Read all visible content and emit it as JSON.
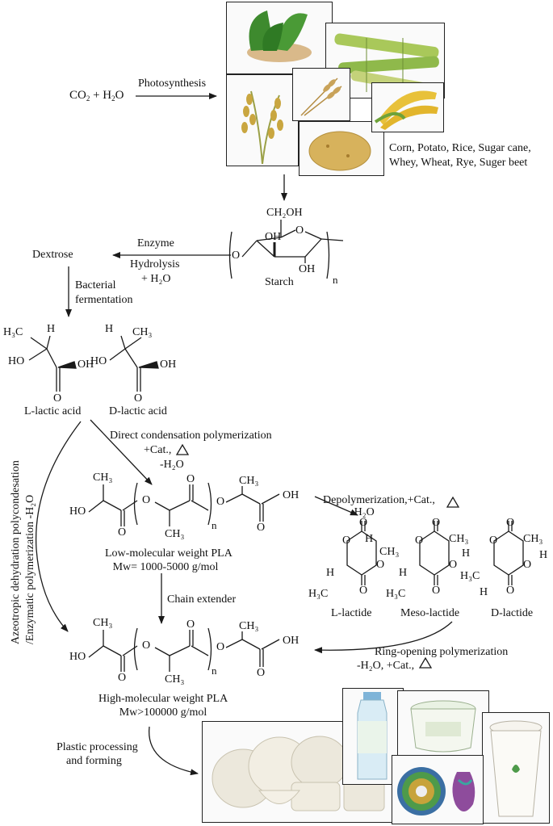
{
  "photosynthesis": {
    "reactant_co": "CO",
    "reactant_sub": "2",
    "reactant_plus": " + H",
    "reactant_h_sub": "2",
    "reactant_o": "O",
    "process_label": "Photosynthesis"
  },
  "crops": {
    "line1": "Corn, Potato, Rice, Sugar cane,",
    "line2": "Whey, Wheat, Rye, Suger beet"
  },
  "starch": {
    "label": "Starch",
    "ch2oh": "CH₂OH",
    "oh_left": "OH",
    "oh_right": "OH",
    "ring_o": "O",
    "link_o": "O",
    "n": "n"
  },
  "hydrolysis": {
    "enzyme": "Enzyme",
    "hydrolysis": "Hydrolysis",
    "water": "+ H₂O"
  },
  "dextrose": {
    "label": "Dextrose"
  },
  "fermentation": {
    "line1": "Bacterial",
    "line2": "fermentation"
  },
  "lactic_acids": {
    "l_label": "L-lactic acid",
    "d_label": "D-lactic acid",
    "h3c": "H₃C",
    "h": "H",
    "ho": "HO",
    "oh": "OH",
    "o": "O",
    "ch3": "CH₃"
  },
  "direct_condensation": {
    "line1": "Direct condensation polymerization",
    "line2": "+Cat.,",
    "line3": "-H₂O"
  },
  "azeotropic": {
    "line1": "Azeotropic dehydration polycondesation",
    "line2": "/Enzymatic polymerization  -H₂O"
  },
  "low_pla": {
    "label": "Low-molecular weight PLA",
    "mw": "Mw= 1000-5000 g/mol",
    "ho": "HO",
    "oh": "OH",
    "o": "O",
    "ch3": "CH₃",
    "n": "n"
  },
  "depolymerization": {
    "line1": "Depolymerization,+Cat.,",
    "line2": "-H₂O"
  },
  "lactides": {
    "l": "L-lactide",
    "meso": "Meso-lactide",
    "d": "D-lactide",
    "h": "H",
    "ch3": "CH₃",
    "h3c": "H₃C",
    "o": "O"
  },
  "chain_extender": {
    "label": "Chain extender"
  },
  "ring_opening": {
    "line1": "Ring-opening polymerization",
    "line2": "-H₂O, +Cat.,"
  },
  "high_pla": {
    "label": "High-molecular weight PLA",
    "mw": "Mw>100000 g/mol",
    "ho": "HO",
    "oh": "OH",
    "o": "O",
    "ch3": "CH₃",
    "n": "n"
  },
  "processing": {
    "line1": "Plastic processing",
    "line2": "and forming"
  },
  "colors": {
    "line": "#1a1a1a",
    "leaf": "#3e8a2e",
    "cane": "#8fb94b",
    "grain": "#c9a640",
    "potato": "#d7b25c",
    "corn": "#e8c13a",
    "tableware": "#ece8dc",
    "filament": "#4e9a4a"
  }
}
